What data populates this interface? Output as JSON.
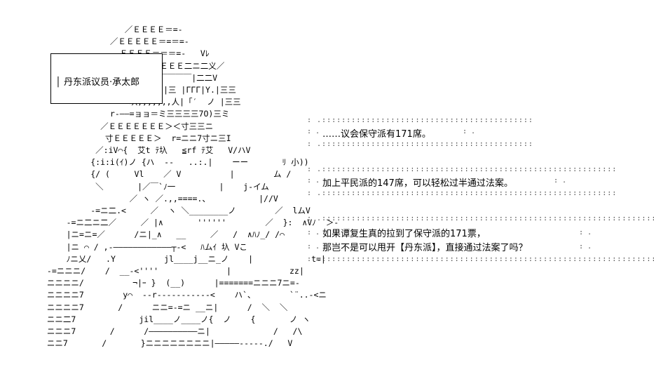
{
  "nameplate": "丹东派议员·承太郎",
  "dialogue": [
    {
      "lines": [
        "……议会保守派有171席。"
      ]
    },
    {
      "lines": [
        "加上平民派的147席，可以轻松过半通过法案。"
      ]
    },
    {
      "lines": [
        "如果谭复生真的拉到了保守派的171票，",
        "那岂不是可以甩开【丹东派】，直接通过法案了吗？"
      ]
    }
  ],
  "ascii_art": "                 ／ＥＥＥＥ＝=-\n              ／ＥＥＥＥＥ＝=＝=-\n                ＥＥＥＥ＝＝＝=-   Vﾚ\n                ＥＥＥＥＥＥＥＥ二ニ二义／\n                三,ｨ⌒ヽ=|￣￣￣￣|二二V\n                  {   ,,;|三 |ΓΓΓ|Y.|三三\n                  圦,,,,,,,人|「′  ノ |三三\n              r-――=ョョ＝ミ三三三三7O)三ミ\n            ／ＥＥＥＥＥＥＥ＞＜寸三三ニ\n             寸ＥＥＥＥＥ＞  r=ニニ7寸ニ三I\n           ／:iV⌒{  艾t ﾃ圦   ≦rf ﾃ艾   V/ハV\n          {:i:i(ｲ)ノ {ハ  --   ..:.|    ーー       ﾘ 小))\n          {/ (     Vl    ／ V          |        ム /\n           ＼       |／￣`ﾉ一         |    j-イム\n                  ／ ヽ ／.,,====.、          |//V\n          -=ニ二.<     ／  ヽ ＼________ノ        ／  lムV\n     -=ニ二ニ二／     ／ |∧       ''''''        ／  }:  ∧Vﾉ  ＞-\n     |ニ=ニ=／      /ニ|_∧   __     ／   /  ∧ﾊﾉ_/ /⌒\n     |ニ ⌒ / ,-――――――――――――┬-<   ﾊムｲ 圦 Vこ\n     ﾉニ乂/   .Y          jl____j__ニ_ノ    |            t=|\n -=ニニニ/    /  __-<''''              |            zz|\n ニニニニ/          ¬|ｰ }  (__)      |=======ニニニ7ニ=-\n ニニニニ7        y⌒  --r-----------<    ハ`、       `¨..-<ニ\n ニニニニ7       /      ニニ=-=ニ __ニ|      /  ＼  ＼\n ニニ二7             jil____ノ____ノ{  ノ    {       ノ ヽ\n ニニニ7       /      /――――――――――ニ|             /   /\\\n ニニ7       /       }ニニニニニニニニ|―――――-----./   V"
}
